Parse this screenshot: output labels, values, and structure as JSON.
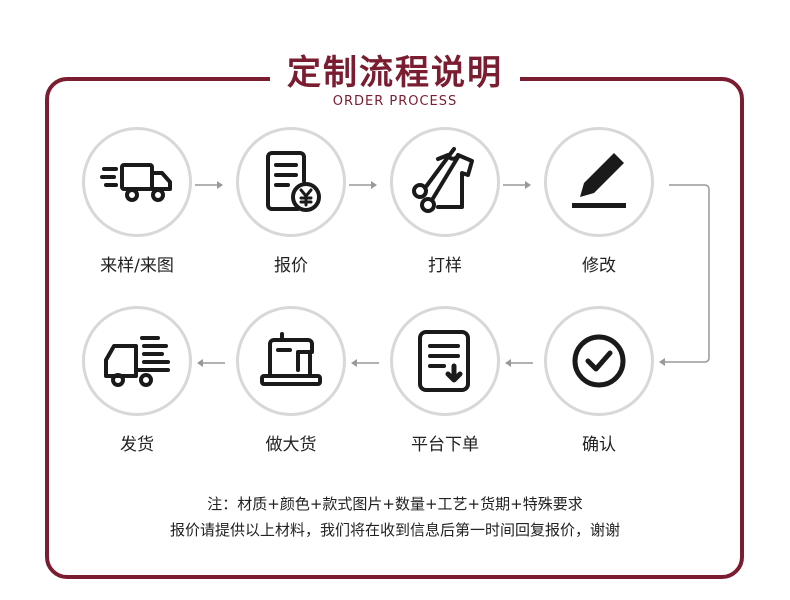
{
  "header": {
    "title": "定制流程说明",
    "subtitle": "ORDER PROCESS"
  },
  "steps": [
    {
      "label": "来样/来图",
      "icon": "delivery-truck-icon"
    },
    {
      "label": "报价",
      "icon": "quote-document-yen-icon"
    },
    {
      "label": "打样",
      "icon": "scissors-shirt-icon"
    },
    {
      "label": "修改",
      "icon": "pen-edit-icon"
    },
    {
      "label": "确认",
      "icon": "check-circle-icon"
    },
    {
      "label": "平台下单",
      "icon": "order-document-download-icon"
    },
    {
      "label": "做大货",
      "icon": "sewing-machine-icon"
    },
    {
      "label": "发货",
      "icon": "shipping-truck-icon"
    }
  ],
  "note": {
    "line1": "注：材质+颜色+款式图片+数量+工艺+货期+特殊要求",
    "line2": "报价请提供以上材料，我们将在收到信息后第一时间回复报价，谢谢"
  },
  "colors": {
    "brand": "#7a1d31",
    "circle_border": "#d8d8d8",
    "arrow": "#999999",
    "icon": "#1a1a1a"
  }
}
